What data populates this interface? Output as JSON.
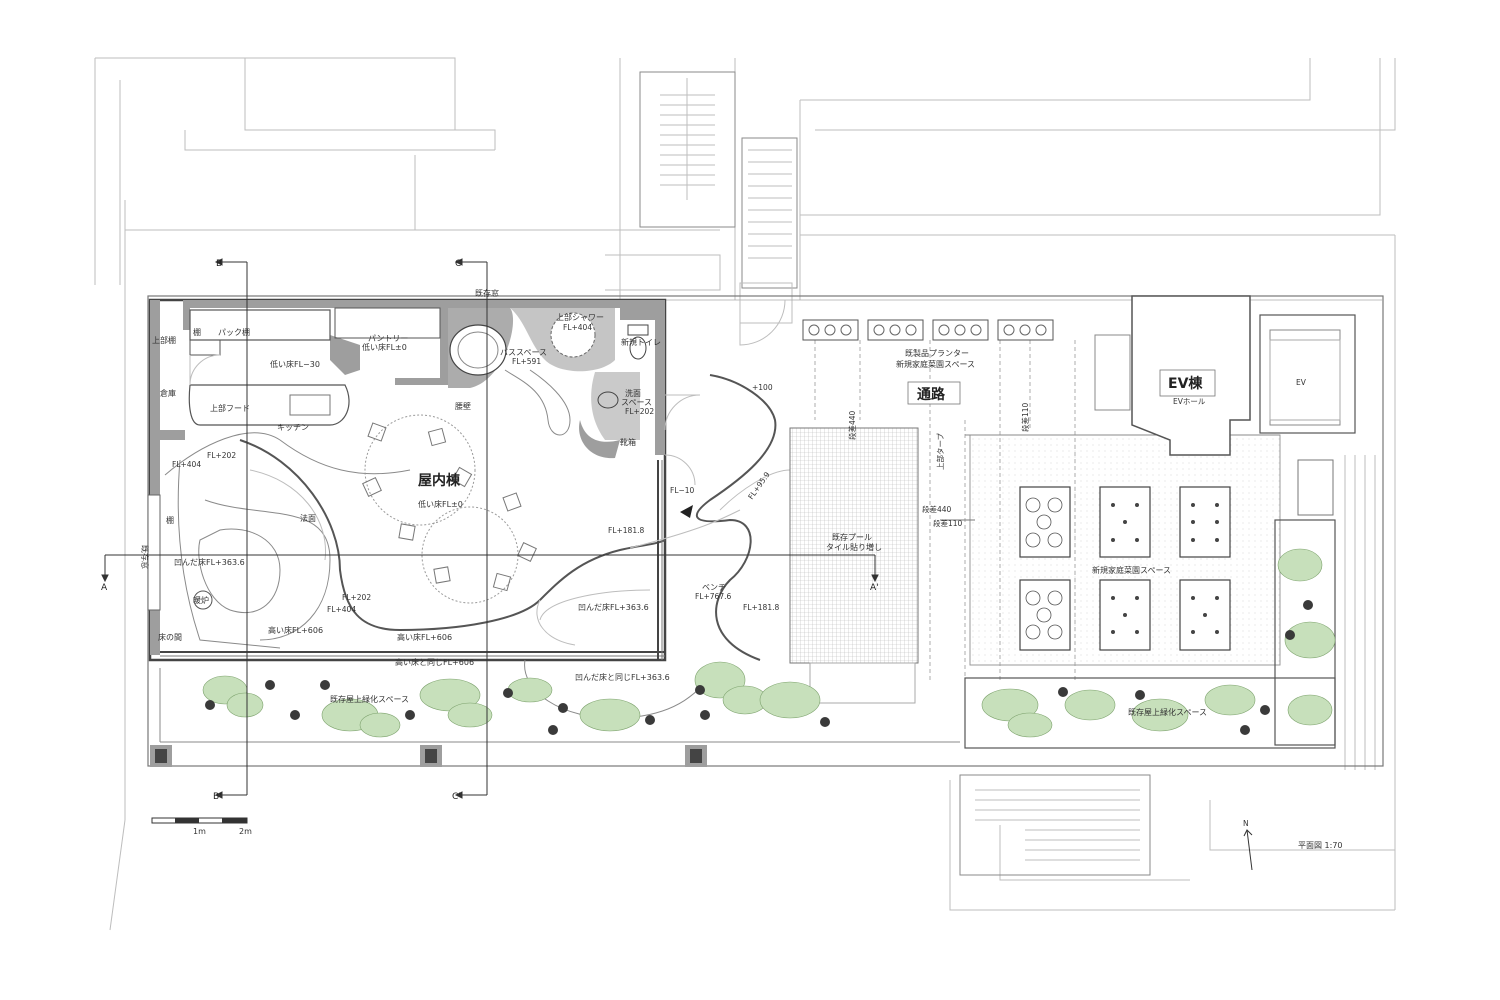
{
  "labels": {
    "kizon_mado_top": "既存窓",
    "kizon_mado_left": "既存窓",
    "uebu_dana": "上部棚",
    "tana1": "棚",
    "pack_dana": "パック棚",
    "pantry": "パントリー",
    "pantry_floor": "低い床FL±0",
    "bath_space": "バススペース",
    "bath_fl": "FL+591",
    "uebu_shower": "上部シャワー",
    "shower_fl": "FL+404",
    "shinki_toilet": "新規トイレ",
    "soko": "倉庫",
    "hikui_yuka_m30": "低い床FL−30",
    "uebu_hood": "上部フード",
    "kitchen": "キッチン",
    "koshikabe": "腰壁",
    "senmen": "洗面",
    "senmen2": "スペース",
    "senmen_fl": "FL+202",
    "kutsubako": "靴箱",
    "fl404_left": "FL+404",
    "fl202_left": "FL+202",
    "okunaitou": "屋内棟",
    "okunai_floor": "低い床FL±0",
    "fl_m10": "FL−10",
    "tana2": "棚",
    "houmen": "法面",
    "fl1818_a": "FL+181.8",
    "kubonda_left": "凹んだ床FL+363.6",
    "danro": "暖炉",
    "fl202_b": "FL+202",
    "fl404_b": "FL+404",
    "bench": "ベンチ",
    "bench_fl": "FL+767.6",
    "kubonda_mid": "凹んだ床FL+363.6",
    "fl1818_b": "FL+181.8",
    "takai_yuka_left": "高い床FL+606",
    "takai_yuka_mid": "高い床FL+606",
    "tokonoma": "床の間",
    "takai_onaji": "高い床と同じFL+606",
    "kubonda_onaji": "凹んだ床と同じFL+363.6",
    "kizon_okujou_left": "既存屋上緑化スペース",
    "fl959": "FL+95.9",
    "plus100": "+100",
    "kizon_planter": "既製品プランター",
    "shinki_saien_top": "新規家庭菜園スペース",
    "tsuro": "通路",
    "dansa440_v": "段差440",
    "dansa110_v": "段差110",
    "uebu_tarp": "上部タープ",
    "dansa440_h": "段差440",
    "dansa110_h": "段差110",
    "kizon_pool": "既存プール",
    "tile": "タイル貼り増し",
    "ev_tou": "EV棟",
    "ev_hall": "EVホール",
    "ev": "EV",
    "shinki_saien": "新規家庭菜園スペース",
    "kizon_okujou_right": "既存屋上緑化スペース"
  },
  "sections": {
    "b_top": "B",
    "b_bottom": "B'",
    "c_top": "C",
    "c_bottom": "C'",
    "a_left": "A",
    "a_right": "A'"
  },
  "scale": {
    "one": "1m",
    "two": "2m"
  },
  "north": "N",
  "drawing_title": "平面図 1:70",
  "colors": {
    "wall": "#9e9e9e",
    "line": "#555555",
    "plant": "#b7d7a8",
    "plant_dark": "#3b3b3b"
  }
}
